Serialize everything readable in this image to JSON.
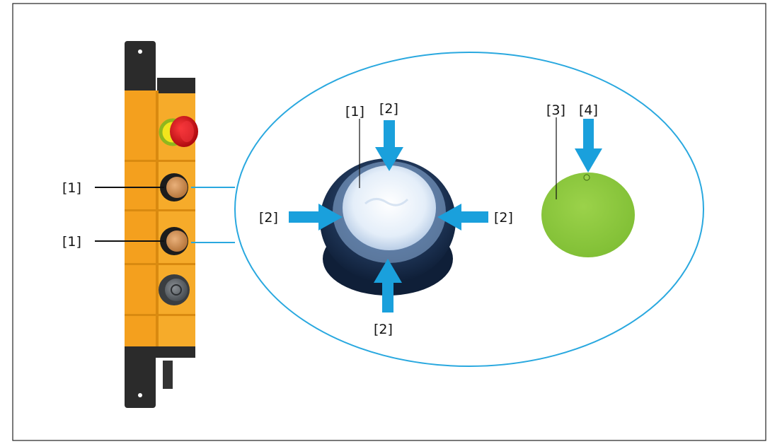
{
  "labels": {
    "left_button_1": "[1]",
    "left_button_2": "[1]",
    "detail_lens": "[1]",
    "arrow_top": "[2]",
    "arrow_left": "[2]",
    "arrow_right": "[2]",
    "arrow_bottom": "[2]",
    "cap": "[3]",
    "cap_notch": "[4]"
  },
  "colors": {
    "border": "#222222",
    "housing": "#f4a01e",
    "housing_dark": "#d98a10",
    "bracket": "#2b2b2b",
    "callout": "#29a8df",
    "arrow": "#1aa0dc",
    "cap_green": "#8cc63f",
    "emergency_stop": "#e1141c",
    "lens_white": "#eaf2fb",
    "bezel": "#1f3557"
  },
  "icons": [
    "emergency-stop-icon",
    "button-icon",
    "reset-button-icon",
    "arrow-icon"
  ]
}
